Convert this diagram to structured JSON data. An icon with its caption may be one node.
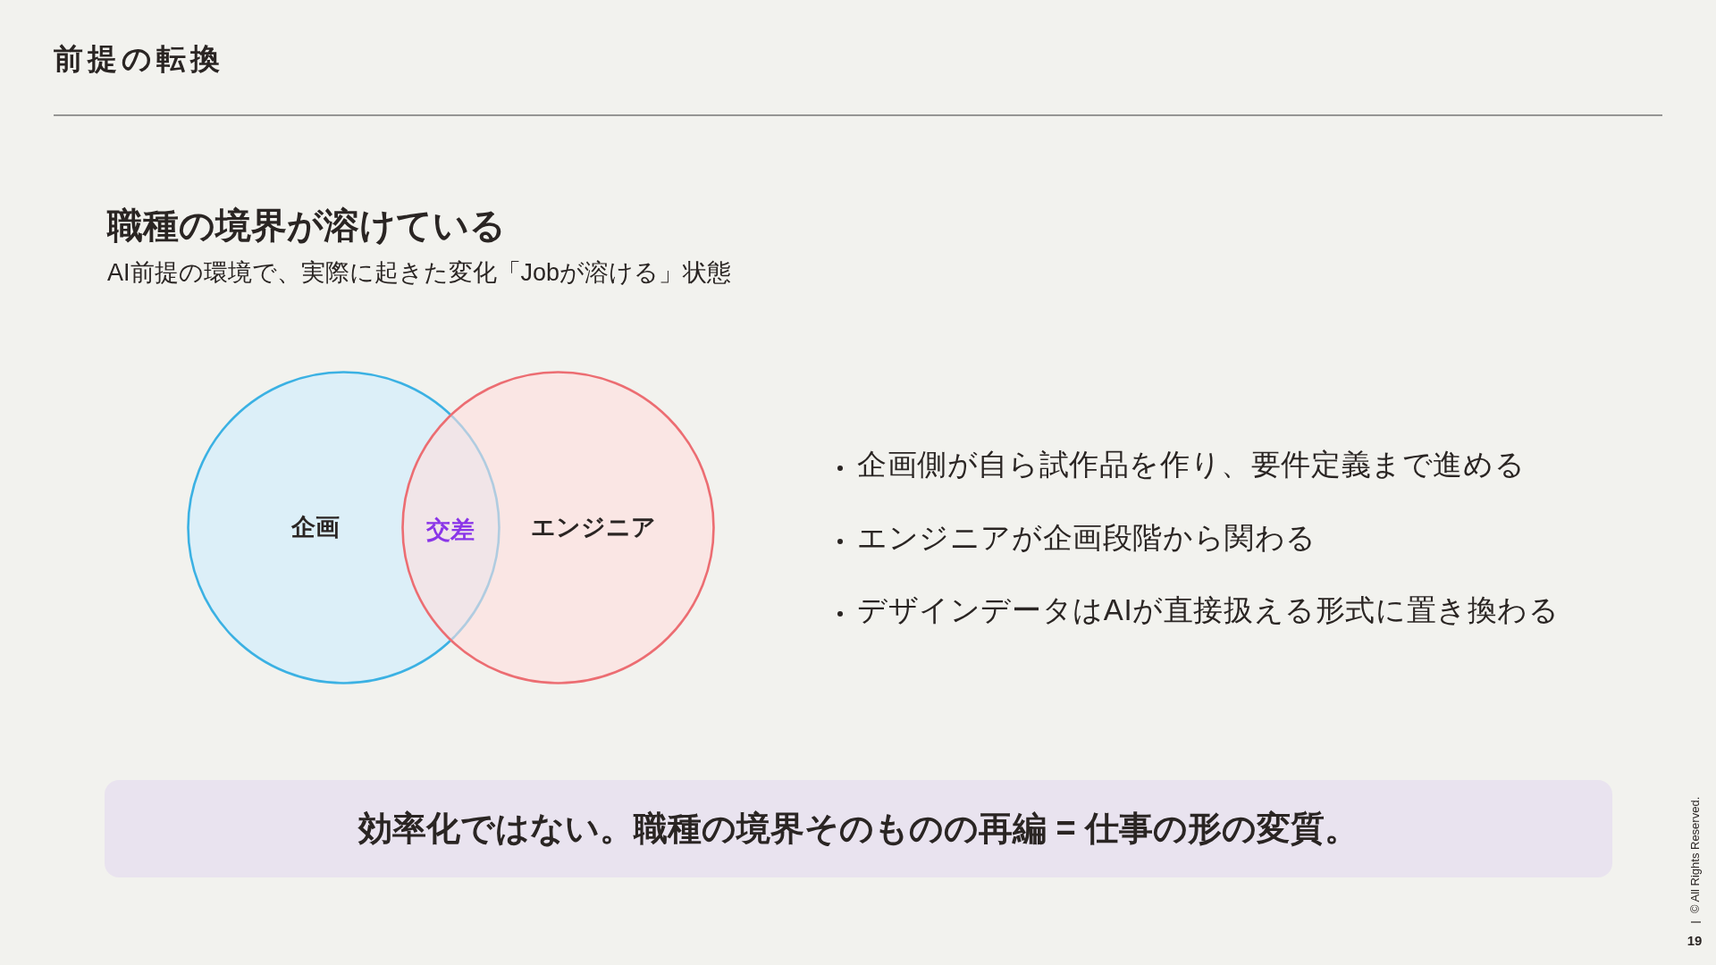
{
  "diagram": {
    "title": "前提の転換",
    "nodes": [
      {
        "text": [
          "企画"
        ]
      },
      {
        "text": [
          "エンジニア"
        ]
      },
      {
        "text": [
          "効率化ではない。職種の境界そのものの再編 = 仕事の形の変質。"
        ]
      }
    ],
    "labels": [
      "職種の境界が溶けている",
      "AI前提の環境で、実際に起きた変化「Jobが溶ける」状態",
      "交差",
      "企画側が自ら試作品を作り、要件定義まで進める",
      "エンジニアが企画段階から関わる",
      "デザインデータはAIが直接扱える形式に置き換わる",
      "© All Rights Reserved.",
      "19"
    ]
  }
}
